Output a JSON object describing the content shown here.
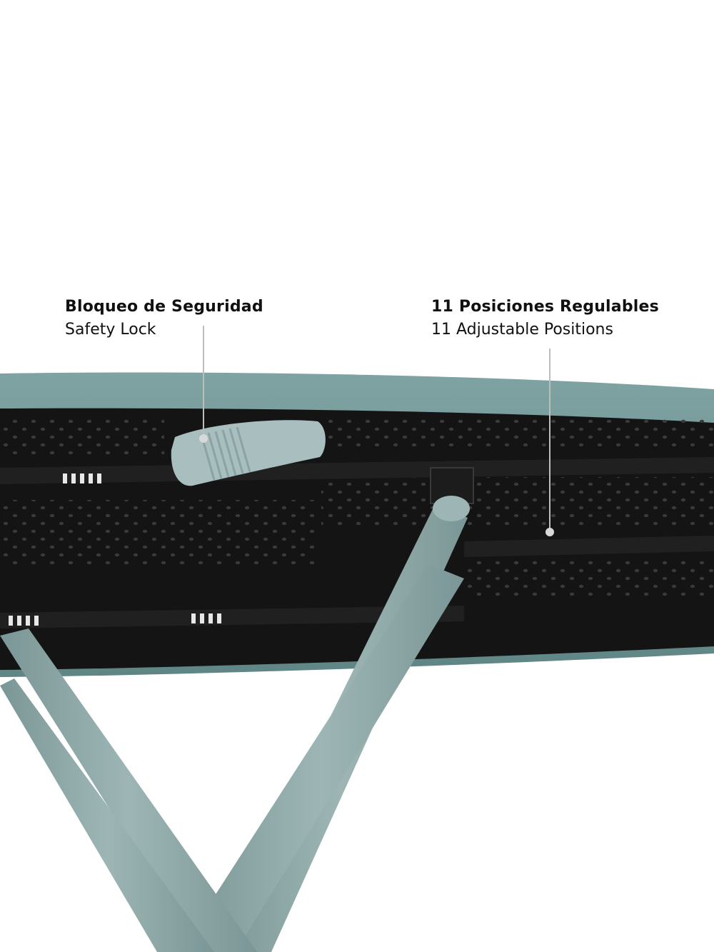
{
  "callouts": {
    "safety_lock": {
      "title": "Bloqueo de Seguridad",
      "subtitle": "Safety Lock"
    },
    "positions": {
      "title": "11 Posiciones Regulables",
      "subtitle": "11 Adjustable Positions"
    }
  },
  "colors": {
    "background": "#ffffff",
    "board_cover": "#6f9594",
    "frame": "#111111",
    "legs": "#8fa9a9",
    "lock": "#a9bfbf",
    "leader_line": "#bdbdbd"
  }
}
